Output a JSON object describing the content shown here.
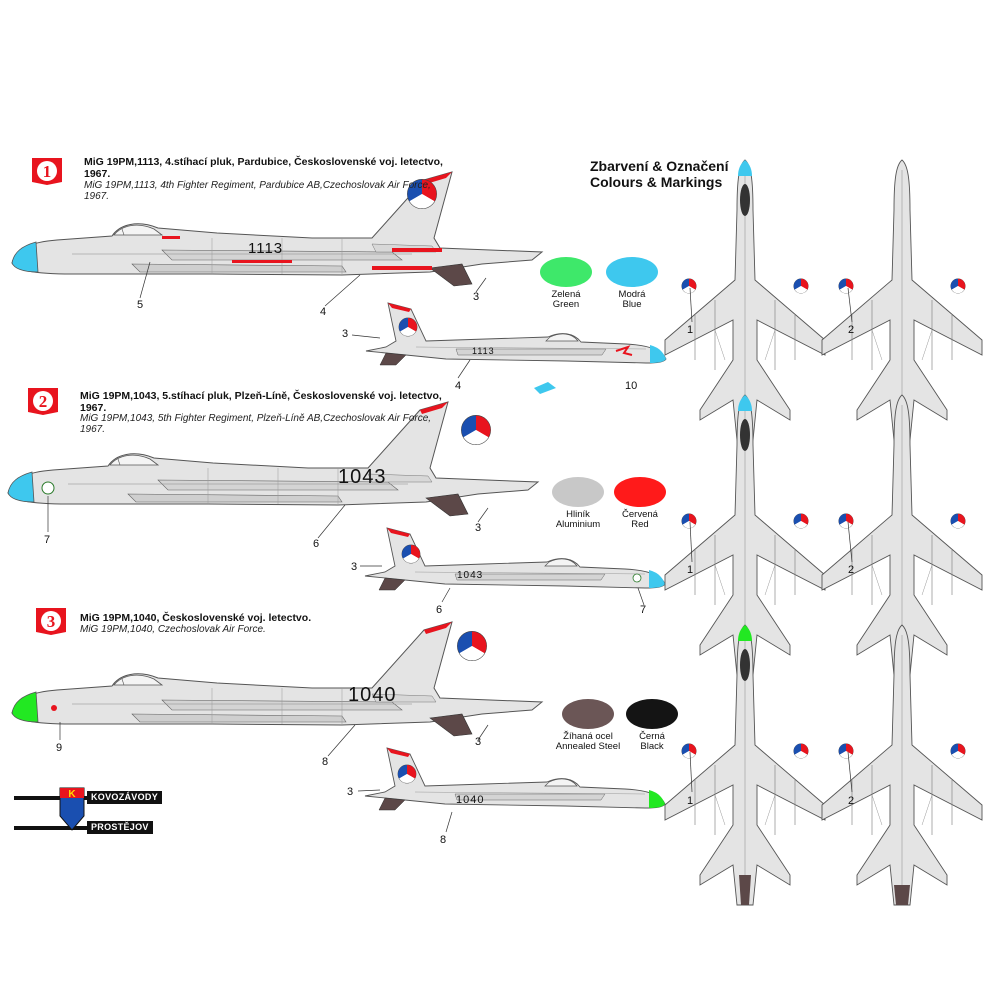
{
  "title": {
    "line1": "Zbarvení & Označení",
    "line2": "Colours & Markings"
  },
  "profiles": [
    {
      "number": "1",
      "header_cz": "MiG 19PM,1113, 4.stíhací pluk, Pardubice, Československé voj. letectvo,",
      "header_cz2": "1967.",
      "header_en": "MiG 19PM,1113, 4th Fighter Regiment, Pardubice AB,Czechoslovak Air Force,",
      "header_en2": "1967.",
      "serial": "1113",
      "serial_small": "1113",
      "nose_color": "#3ec8ee",
      "callouts": [
        "5",
        "4",
        "3",
        "3",
        "4",
        "10"
      ]
    },
    {
      "number": "2",
      "header_cz": "MiG 19PM,1043, 5.stíhací pluk, Plzeň-Líně, Československé voj. letectvo,",
      "header_cz2": "1967.",
      "header_en": "MiG 19PM,1043, 5th Fighter Regiment, Plzeň-Líně AB,Czechoslovak Air Force,",
      "header_en2": "1967.",
      "serial": "1043",
      "serial_small": "1043",
      "nose_color": "#3ec8ee",
      "callouts": [
        "7",
        "6",
        "3",
        "3",
        "6",
        "7"
      ]
    },
    {
      "number": "3",
      "header_cz": "MiG 19PM,1040,  Československé voj. letectvo.",
      "header_en": "MiG 19PM,1040,  Czechoslovak Air Force.",
      "serial": "1040",
      "serial_small": "1040",
      "nose_color": "#22e822",
      "callouts": [
        "9",
        "8",
        "3",
        "3",
        "8"
      ]
    }
  ],
  "swatches": [
    {
      "cz": "Zelená",
      "en": "Green",
      "color": "#3ee86a"
    },
    {
      "cz": "Modrá",
      "en": "Blue",
      "color": "#3ec8ee"
    },
    {
      "cz": "Hliník",
      "en": "Aluminium",
      "color": "#c8c8c8"
    },
    {
      "cz": "Červená",
      "en": "Red",
      "color": "#ff1a1a"
    },
    {
      "cz": "Žíhaná ocel",
      "en": "Annealed Steel",
      "color": "#6b5656"
    },
    {
      "cz": "Černá",
      "en": "Black",
      "color": "#141414"
    }
  ],
  "plan_callouts": [
    "1",
    "2",
    "1",
    "2",
    "1",
    "2"
  ],
  "logo": {
    "line1": "KOVOZÁVODY",
    "line2": "PROSTĚJOV",
    "letter": "K"
  },
  "colors": {
    "aircraft_grey": "#e4e4e4",
    "outline": "#555555",
    "red": "#e8141e",
    "exhaust": "#5c4848"
  }
}
